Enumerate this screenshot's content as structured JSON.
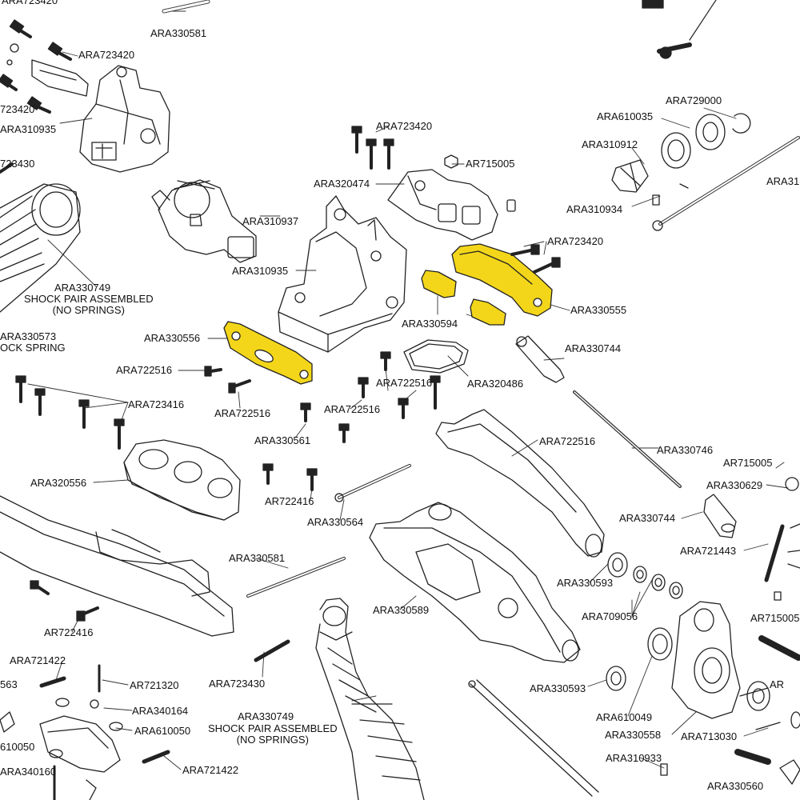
{
  "diagram": {
    "highlight_color": "#f3d61a",
    "line_color": "#222222",
    "labels": [
      {
        "id": "l1",
        "text": "ARA723420"
      },
      {
        "id": "l2",
        "text": "ARA330581"
      },
      {
        "id": "l3",
        "text": "ARA723420"
      },
      {
        "id": "l4",
        "text": "723420"
      },
      {
        "id": "l5",
        "text": "ARA310935"
      },
      {
        "id": "l6",
        "text": "ARA723420"
      },
      {
        "id": "l7",
        "text": "AR715005"
      },
      {
        "id": "l8",
        "text": "ARA729000"
      },
      {
        "id": "l9",
        "text": "ARA610035"
      },
      {
        "id": "l10",
        "text": "ARA310912"
      },
      {
        "id": "l11",
        "text": "ARA320474"
      },
      {
        "id": "l12",
        "text": "723430"
      },
      {
        "id": "l13",
        "text": "ARA310934"
      },
      {
        "id": "l14",
        "text": "ARA31"
      },
      {
        "id": "l15",
        "text": "ARA310937"
      },
      {
        "id": "l16",
        "text": "ARA723420"
      },
      {
        "id": "l17",
        "text": "ARA310935"
      },
      {
        "id": "l18",
        "text": "ARA330749"
      },
      {
        "id": "l19",
        "text": "ARA330555"
      },
      {
        "id": "l20",
        "text": "ARA330594"
      },
      {
        "id": "l21",
        "text": "ARA330573"
      },
      {
        "id": "l22",
        "text": "ARA330556"
      },
      {
        "id": "l23",
        "text": "ARA330744"
      },
      {
        "id": "l24",
        "text": "ARA722516"
      },
      {
        "id": "l25",
        "text": "ARA722516"
      },
      {
        "id": "l26",
        "text": "ARA320486"
      },
      {
        "id": "l27",
        "text": "ARA723416"
      },
      {
        "id": "l28",
        "text": "ARA722516"
      },
      {
        "id": "l29",
        "text": "ARA722516"
      },
      {
        "id": "l30",
        "text": "ARA330561"
      },
      {
        "id": "l31",
        "text": "ARA722516"
      },
      {
        "id": "l32",
        "text": "ARA330746"
      },
      {
        "id": "l33",
        "text": "AR715005"
      },
      {
        "id": "l34",
        "text": "ARA320556"
      },
      {
        "id": "l35",
        "text": "ARA330629"
      },
      {
        "id": "l36",
        "text": "AR722416"
      },
      {
        "id": "l37",
        "text": "ARA330564"
      },
      {
        "id": "l38",
        "text": "ARA330744"
      },
      {
        "id": "l39",
        "text": "ARA721443"
      },
      {
        "id": "l40",
        "text": "ARA330581"
      },
      {
        "id": "l41",
        "text": "ARA330593"
      },
      {
        "id": "l42",
        "text": "ARA330589"
      },
      {
        "id": "l43",
        "text": "ARA709056"
      },
      {
        "id": "l44",
        "text": "AR715005"
      },
      {
        "id": "l45",
        "text": "AR722416"
      },
      {
        "id": "l46",
        "text": "ARA721422"
      },
      {
        "id": "l47",
        "text": "ARA723430"
      },
      {
        "id": "l48",
        "text": "AR721320"
      },
      {
        "id": "l49",
        "text": "ARA330593"
      },
      {
        "id": "l50",
        "text": "ARA340164"
      },
      {
        "id": "l51",
        "text": "ARA330749"
      },
      {
        "id": "l52",
        "text": "ARA610049"
      },
      {
        "id": "l53",
        "text": "ARA610050"
      },
      {
        "id": "l54",
        "text": "ARA330558"
      },
      {
        "id": "l55",
        "text": "ARA713030"
      },
      {
        "id": "l56",
        "text": "610050"
      },
      {
        "id": "l57",
        "text": "ARA721422"
      },
      {
        "id": "l58",
        "text": "ARA310933"
      },
      {
        "id": "l59",
        "text": "ARA340160"
      },
      {
        "id": "l60",
        "text": "ARA330560"
      },
      {
        "id": "l61",
        "text": "AR"
      },
      {
        "id": "l62",
        "text": "563"
      }
    ],
    "notes": {
      "shock_top": "SHOCK PAIR ASSEMBLED\n(NO SPRINGS)",
      "shock_spring": "OCK SPRING",
      "shock_bottom": "SHOCK PAIR ASSEMBLED\n(NO SPRINGS)"
    }
  }
}
